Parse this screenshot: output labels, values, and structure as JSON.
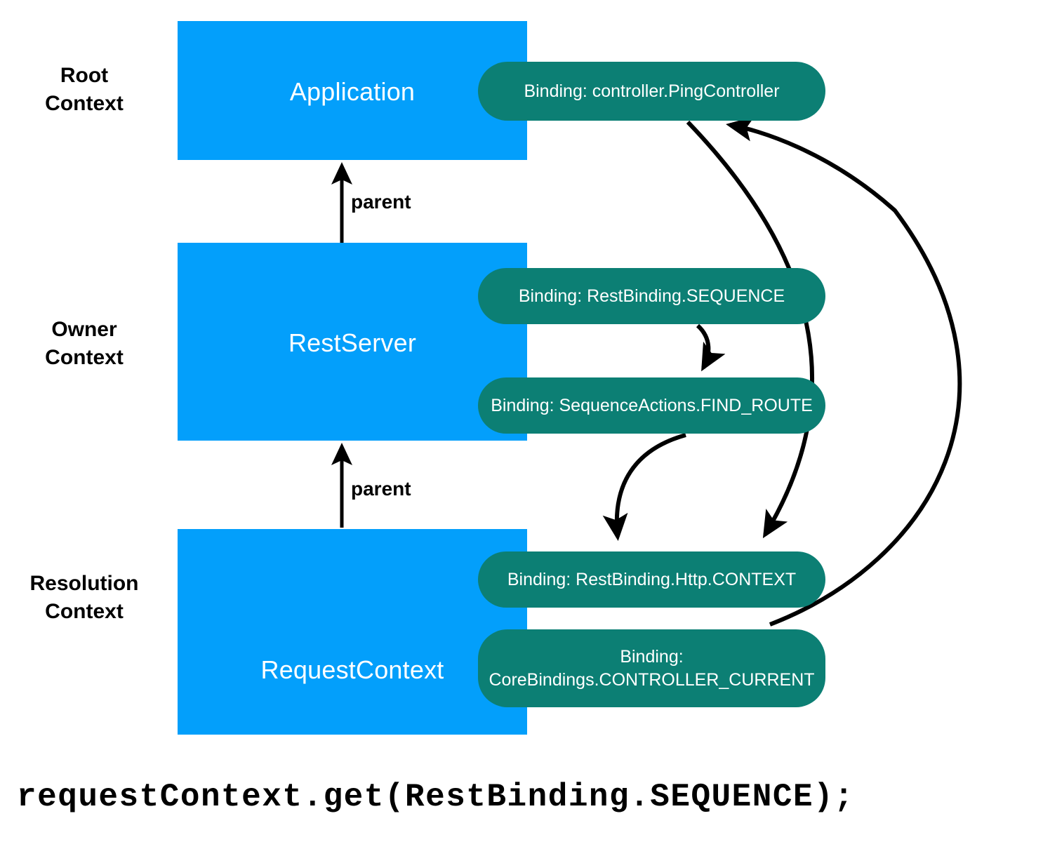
{
  "diagram": {
    "title": "LoopBack context hierarchy binding resolution",
    "colors": {
      "context_box": "#039ffb",
      "binding_pill": "#0c7f74",
      "arrow": "#000000",
      "background": "#ffffff",
      "text_on_fill": "#ffffff",
      "text_on_bg": "#000000"
    },
    "context_labels": [
      {
        "name": "root",
        "text": "Root\nContext"
      },
      {
        "name": "owner",
        "text": "Owner\nContext"
      },
      {
        "name": "resolution",
        "text": "Resolution\nContext"
      }
    ],
    "contexts": [
      {
        "name": "application",
        "title": "Application"
      },
      {
        "name": "rest-server",
        "title": "RestServer"
      },
      {
        "name": "request-context",
        "title": "RequestContext"
      }
    ],
    "bindings": [
      {
        "name": "ping-controller",
        "label": "Binding: controller.PingController"
      },
      {
        "name": "rest-binding-sequence",
        "label": "Binding: RestBinding.SEQUENCE"
      },
      {
        "name": "sequence-actions-find-route",
        "label": "Binding: SequenceActions.FIND_ROUTE"
      },
      {
        "name": "rest-binding-http-context",
        "label": "Binding: RestBinding.Http.CONTEXT"
      },
      {
        "name": "core-bindings-controller-current",
        "label": "Binding:\nCoreBindings.CONTROLLER_CURRENT"
      }
    ],
    "edge_labels": [
      {
        "name": "parent-application",
        "text": "parent"
      },
      {
        "name": "parent-rest-server",
        "text": "parent"
      }
    ],
    "code": "requestContext.get(RestBinding.SEQUENCE);"
  }
}
